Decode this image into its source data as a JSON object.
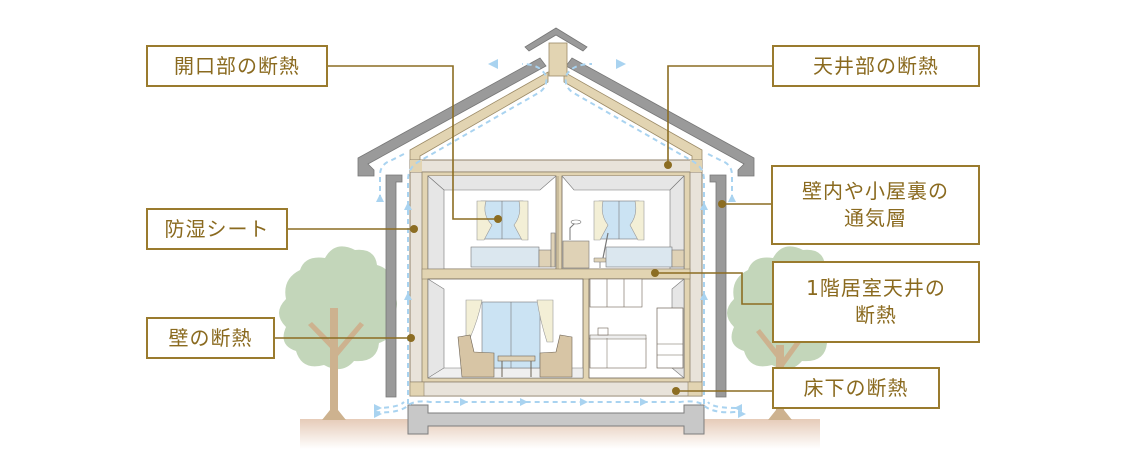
{
  "title": "住宅の断熱・通気構造図",
  "colors": {
    "label_border": "#9a7b2e",
    "label_text": "#8a6a1f",
    "leader_line": "#8c6d22",
    "roof_gray": "#9a9a9a",
    "frame_wood": "#e2d4b2",
    "airflow_blue": "#a9d3f0",
    "tree_green": "#c3d6ba",
    "tree_trunk": "#cdb28f",
    "ground": "#e8cfbd",
    "foundation": "#c8c8c8"
  },
  "labels": {
    "opening_insulation": "開口部の断熱",
    "ceiling_insulation": "天井部の断熱",
    "vapor_barrier": "防湿シート",
    "ventilation_layer": "壁内や小屋裏の\n通気層",
    "wall_insulation": "壁の断熱",
    "first_floor_ceiling_insulation": "1階居室天井の\n断熱",
    "underfloor_insulation": "床下の断熱"
  },
  "rooms": [
    {
      "floor": 2,
      "name": "bedroom-left"
    },
    {
      "floor": 2,
      "name": "bedroom-right-with-desk"
    },
    {
      "floor": 1,
      "name": "living-room"
    },
    {
      "floor": 1,
      "name": "kitchen"
    }
  ]
}
